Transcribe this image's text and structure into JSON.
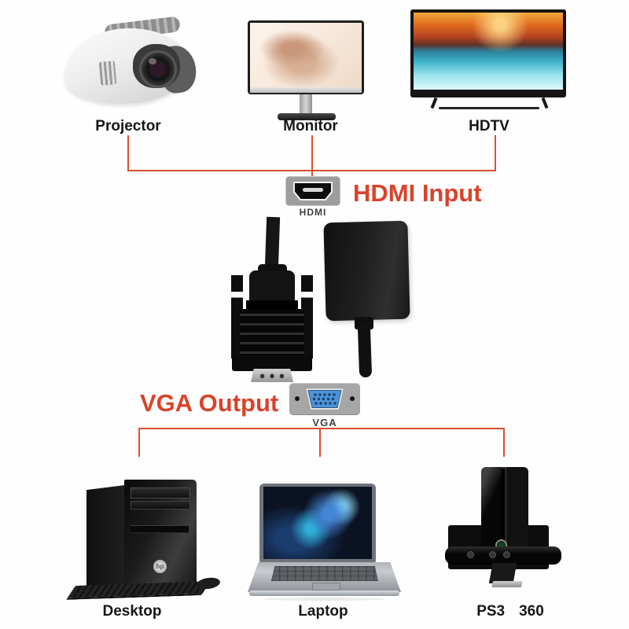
{
  "colors": {
    "accent_red_text": "#d9432a",
    "connector_line_red": "#d9502f",
    "hdmi_icon_gray": "#9d9d9d",
    "vga_icon_gray": "#a6a6a6",
    "vga_port_blue": "#4f93d8",
    "device_label_black": "#161616"
  },
  "top_devices": [
    {
      "label": "Projector"
    },
    {
      "label": "Monitor"
    },
    {
      "label": "HDTV"
    }
  ],
  "hdmi_section": {
    "port_caption": "HDMI",
    "title": "HDMI Input"
  },
  "vga_section": {
    "title": "VGA Output",
    "port_caption": "VGA"
  },
  "bottom_devices": [
    {
      "label": "Desktop",
      "logo": "hp"
    },
    {
      "label": "Laptop"
    },
    {
      "label": "PS3",
      "label2": "360"
    }
  ]
}
